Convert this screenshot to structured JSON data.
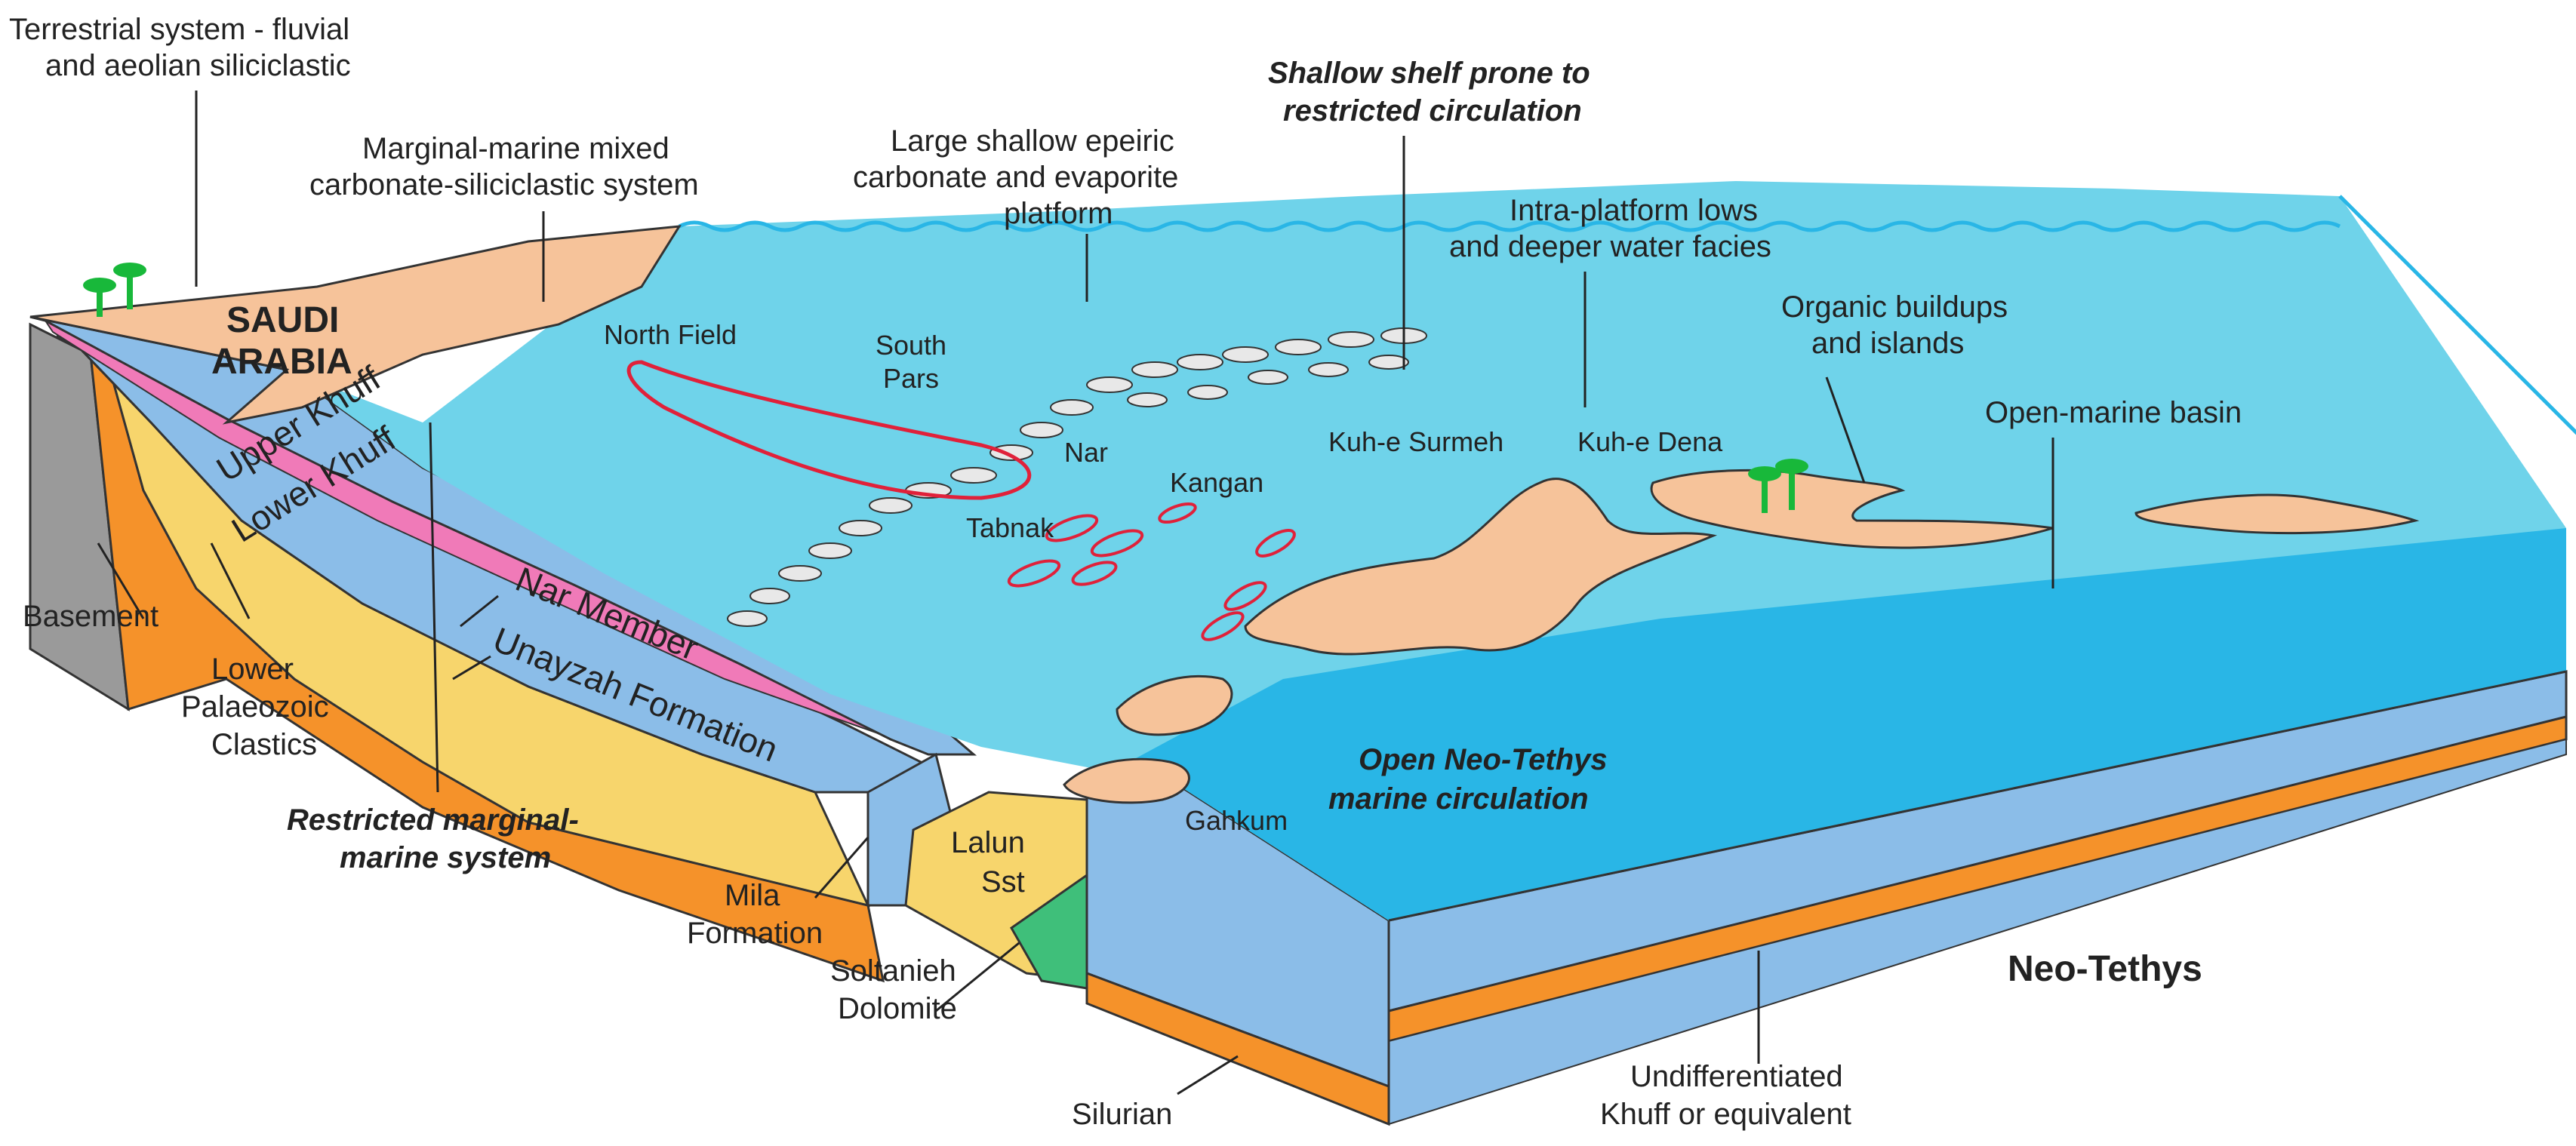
{
  "labels": {
    "terrestrial": [
      "Terrestrial system - fluvial",
      "and aeolian siliciclastic"
    ],
    "marginal_mixed": [
      "Marginal-marine mixed",
      "carbonate-siliciclastic system"
    ],
    "epeiric": [
      "Large shallow epeiric",
      "carbonate and evaporite",
      "platform"
    ],
    "shallow_shelf": [
      "Shallow shelf prone to",
      "restricted circulation"
    ],
    "intra_platform": [
      "Intra-platform lows",
      "and deeper water facies"
    ],
    "organic": [
      "Organic buildups",
      "and islands"
    ],
    "open_basin": "Open-marine basin",
    "saudi": [
      "SAUDI",
      "ARABIA"
    ],
    "north_field": "North Field",
    "south_pars": [
      "South",
      "Pars"
    ],
    "nar": "Nar",
    "kangan": "Kangan",
    "tabnak": "Tabnak",
    "kuh_surmeh": "Kuh-e Surmeh",
    "kuh_dena": "Kuh-e Dena",
    "gahkum": "Gahkum",
    "open_neo": [
      "Open Neo-Tethys",
      "marine circulation"
    ],
    "basement": "Basement",
    "lower_palaeozoic": [
      "Lower",
      "Palaeozoic",
      "Clastics"
    ],
    "upper_khuff": "Upper Khuff",
    "lower_khuff": "Lower Khuff",
    "nar_member": "Nar Member",
    "unayzah": "Unayzah Formation",
    "restricted": [
      "Restricted marginal-",
      "marine system"
    ],
    "mila": [
      "Mila",
      "Formation"
    ],
    "lalun": [
      "Lalun",
      "Sst"
    ],
    "soltanieh": [
      "Soltanieh",
      "Dolomite"
    ],
    "silurian": "Silurian",
    "undiff": [
      "Undifferentiated",
      "Khuff or equivalent"
    ],
    "neo_tethys": "Neo-Tethys"
  },
  "colors": {
    "sea": "#6fd3ea",
    "sea_deep": "#29b6e6",
    "land": "#f6c39a",
    "khuff_blue": "#8bbde8",
    "pink": "#f07ab8",
    "yellow": "#f7d56c",
    "orange": "#f5922a",
    "basement_grey": "#9a9a9a",
    "green": "#3fbf7a",
    "red_outline": "#e0213a",
    "palm": "#18b83a"
  }
}
